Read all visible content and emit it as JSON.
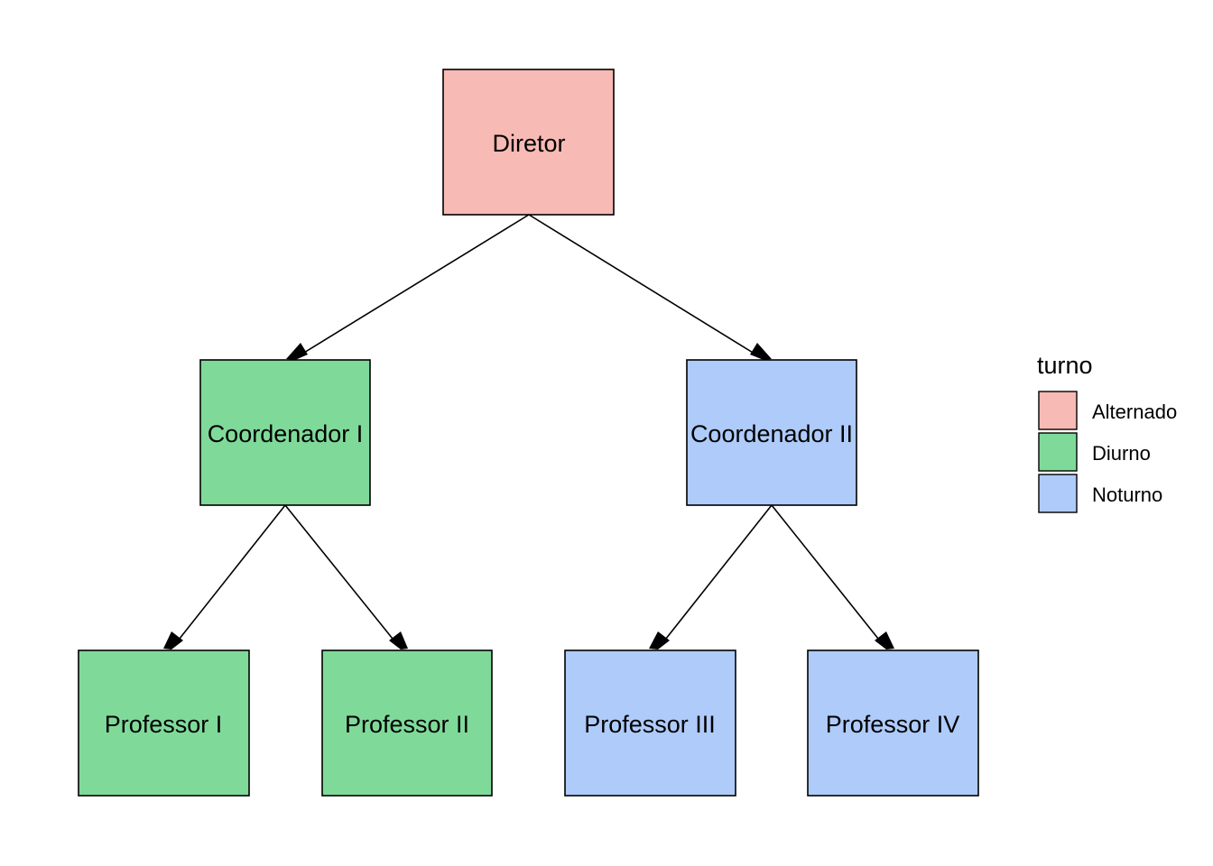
{
  "colors": {
    "Alternado": "#F8BAB4",
    "Diurno": "#7FDA9A",
    "Noturno": "#AECBFA",
    "border": "#000000"
  },
  "nodes": {
    "diretor": {
      "label": "Diretor",
      "turno": "Alternado"
    },
    "coordenador_1": {
      "label": "Coordenador I",
      "turno": "Diurno"
    },
    "coordenador_2": {
      "label": "Coordenador II",
      "turno": "Noturno"
    },
    "professor_1": {
      "label": "Professor I",
      "turno": "Diurno"
    },
    "professor_2": {
      "label": "Professor II",
      "turno": "Diurno"
    },
    "professor_3": {
      "label": "Professor III",
      "turno": "Noturno"
    },
    "professor_4": {
      "label": "Professor IV",
      "turno": "Noturno"
    }
  },
  "edges": [
    {
      "from": "Diretor",
      "to": "Coordenador I"
    },
    {
      "from": "Diretor",
      "to": "Coordenador II"
    },
    {
      "from": "Coordenador I",
      "to": "Professor I"
    },
    {
      "from": "Coordenador I",
      "to": "Professor II"
    },
    {
      "from": "Coordenador II",
      "to": "Professor III"
    },
    {
      "from": "Coordenador II",
      "to": "Professor IV"
    }
  ],
  "legend": {
    "title": "turno",
    "items": [
      {
        "label": "Alternado",
        "color": "#F8BAB4"
      },
      {
        "label": "Diurno",
        "color": "#7FDA9A"
      },
      {
        "label": "Noturno",
        "color": "#AECBFA"
      }
    ]
  }
}
